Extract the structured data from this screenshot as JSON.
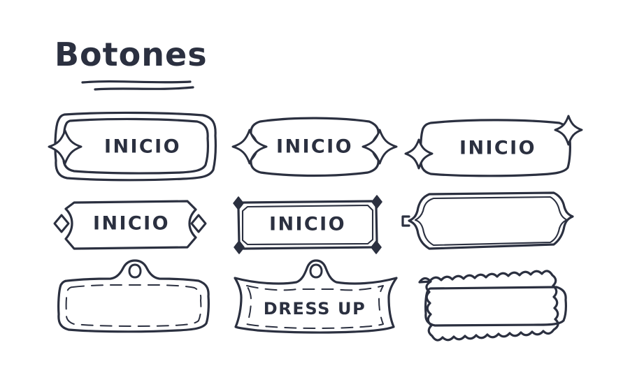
{
  "page": {
    "title": "Botones",
    "background_color": "#ffffff",
    "ink_color": "#2b3040",
    "medium": "hand-drawn pen sketch",
    "underline_count": 2
  },
  "buttons": [
    {
      "id": "btn-1",
      "label": "INICIO",
      "style": "double-outline-rounded-rect",
      "ornament": "four-point-star-left",
      "row": 1,
      "column": 1
    },
    {
      "id": "btn-2",
      "label": "INICIO",
      "style": "notched-rounded-rect",
      "ornament": "four-point-star-both-sides",
      "row": 1,
      "column": 2
    },
    {
      "id": "btn-3",
      "label": "INICIO",
      "style": "rounded-rect",
      "ornament": "sparkle-bottom-left-top-right",
      "row": 1,
      "column": 3
    },
    {
      "id": "btn-4",
      "label": "INICIO",
      "style": "clipped-corner-rect",
      "ornament": "diamond-both-sides",
      "row": 2,
      "column": 1
    },
    {
      "id": "btn-5",
      "label": "INICIO",
      "style": "rect-inner-border",
      "ornament": "diamond-four-corners",
      "row": 2,
      "column": 2
    },
    {
      "id": "btn-6",
      "label": "",
      "style": "ornate-double-frame",
      "ornament": "concave-corners-side-tabs",
      "row": 2,
      "column": 3
    },
    {
      "id": "btn-7",
      "label": "",
      "style": "rounded-rect-dashed-inner",
      "ornament": "top-center-hanger-bump",
      "row": 3,
      "column": 1
    },
    {
      "id": "btn-8",
      "label": "DRESS UP",
      "style": "banner-plaque",
      "ornament": "top-ring-flared-corners",
      "row": 3,
      "column": 2
    },
    {
      "id": "btn-9",
      "label": "",
      "style": "wavy-outer-rounded-inner",
      "ornament": "scalloped-border",
      "row": 3,
      "column": 3
    }
  ]
}
